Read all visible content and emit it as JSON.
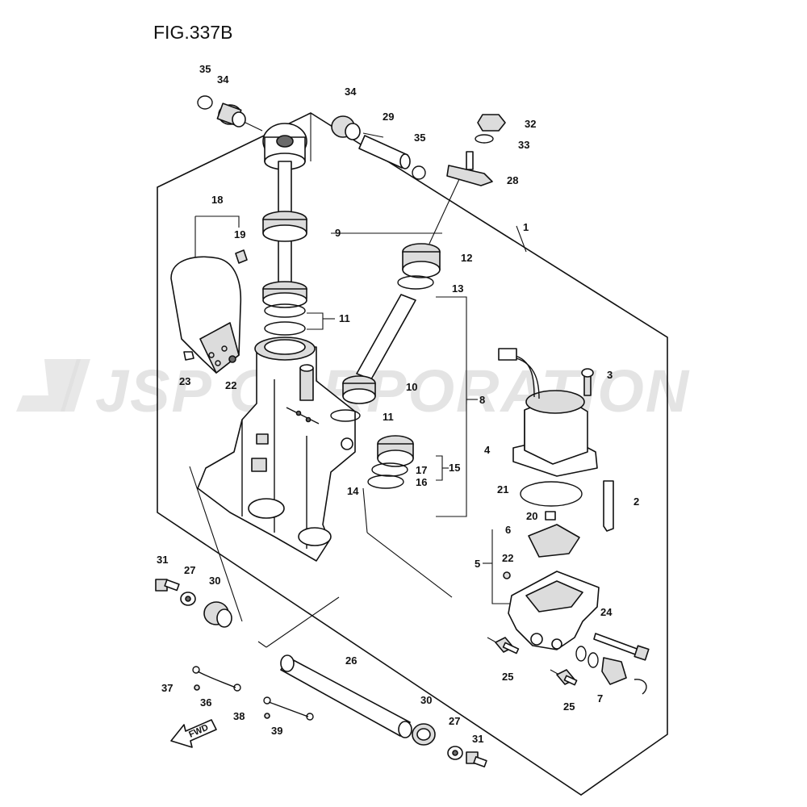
{
  "figure": {
    "title": "FIG.337B"
  },
  "watermark": {
    "text": "JSP CORPORATION"
  },
  "direction_marker": {
    "label": "FWD"
  },
  "callouts": {
    "c1": "1",
    "c2": "2",
    "c3": "3",
    "c4": "4",
    "c5": "5",
    "c6": "6",
    "c7": "7",
    "c8": "8",
    "c9": "9",
    "c10": "10",
    "c11a": "11",
    "c11b": "11",
    "c12": "12",
    "c13": "13",
    "c14": "14",
    "c15": "15",
    "c16": "16",
    "c17": "17",
    "c18": "18",
    "c19": "19",
    "c20": "20",
    "c21": "21",
    "c22a": "22",
    "c22b": "22",
    "c23": "23",
    "c24": "24",
    "c25a": "25",
    "c25b": "25",
    "c26": "26",
    "c27a": "27",
    "c27b": "27",
    "c28": "28",
    "c29": "29",
    "c30a": "30",
    "c30b": "30",
    "c31a": "31",
    "c31b": "31",
    "c32": "32",
    "c33": "33",
    "c34a": "34",
    "c34b": "34",
    "c35a": "35",
    "c35b": "35",
    "c36": "36",
    "c37": "37",
    "c38": "38",
    "c39": "39"
  }
}
